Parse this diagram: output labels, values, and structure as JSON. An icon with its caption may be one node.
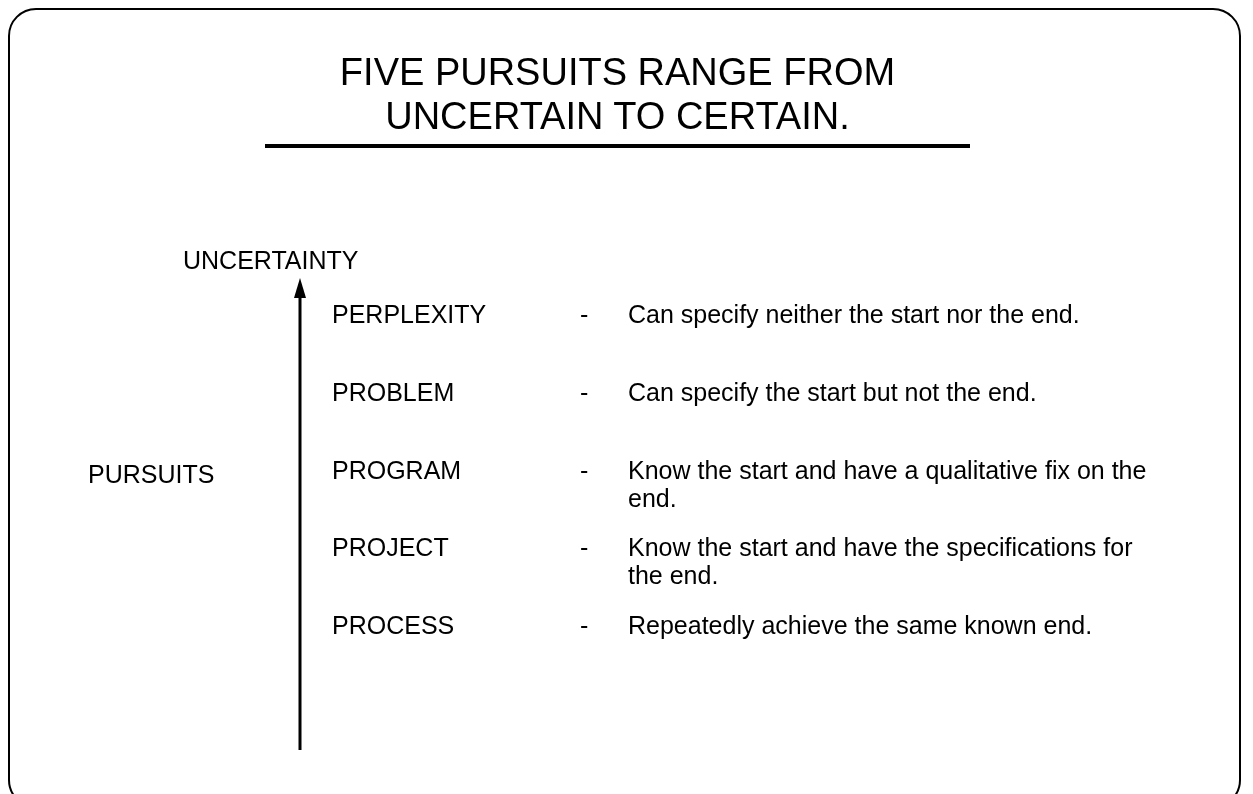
{
  "diagram": {
    "title": "FIVE PURSUITS RANGE FROM UNCERTAIN TO CERTAIN.",
    "labels": [
      "UNCERTAINTY",
      "PERPLEXITY",
      "-",
      "Can specify neither the start nor the end.",
      "PROBLEM",
      "-",
      "Can specify the start but not the end.",
      "PURSUITS",
      "PROGRAM",
      "-",
      "Know the start and have a qualitative fix on the end.",
      "PROJECT",
      "-",
      "Know the start and have the specifications for the end.",
      "PROCESS",
      "-",
      "Repeatedly achieve the same known end."
    ]
  }
}
